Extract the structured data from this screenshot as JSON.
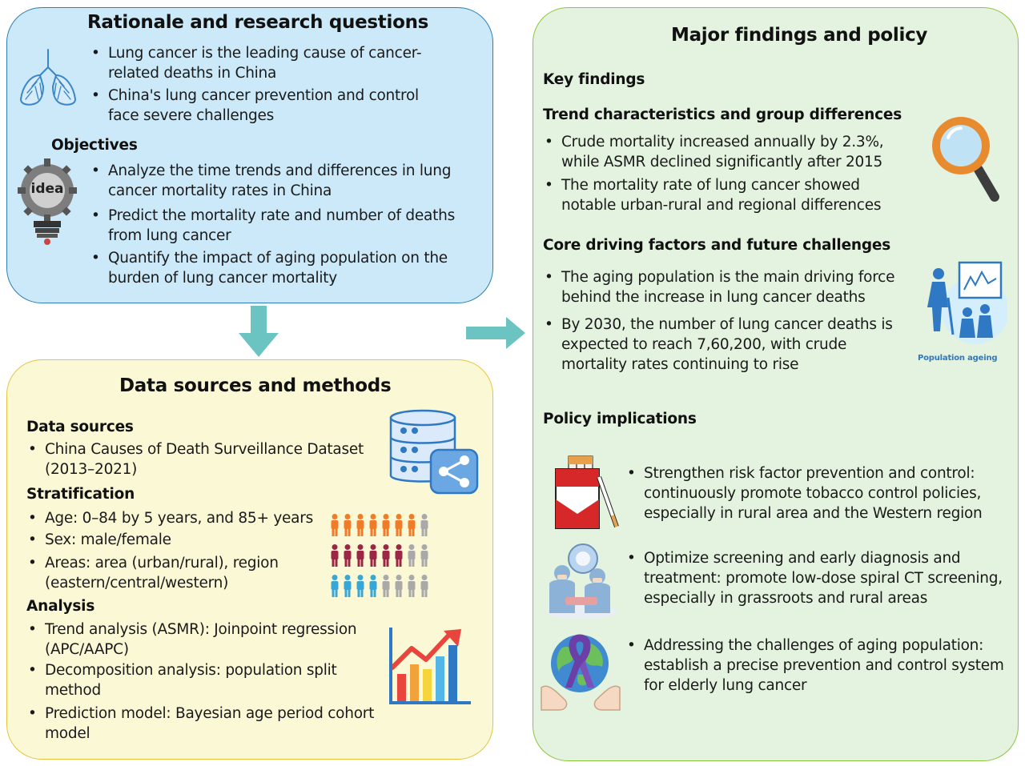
{
  "rationale": {
    "title": "Rationale and research questions",
    "bullets": [
      "Lung cancer is the leading cause of cancer-related deaths in China",
      "China's lung cancer prevention and control face severe challenges"
    ],
    "objectives_heading": "Objectives",
    "objectives": [
      "Analyze the time trends and differences in lung cancer mortality rates in China",
      "Predict the mortality rate and number of deaths from lung cancer",
      "Quantify the impact of aging population on the burden of lung cancer mortality"
    ],
    "idea_text": "idea"
  },
  "methods": {
    "title": "Data sources and methods",
    "data_sources_heading": "Data sources",
    "data_sources": [
      "China Causes of Death Surveillance Dataset (2013–2021)"
    ],
    "stratification_heading": "Stratification",
    "stratification": [
      "Age: 0–84 by 5 years, and 85+ years",
      "Sex: male/female",
      "Areas: area (urban/rural), region (eastern/central/western)"
    ],
    "analysis_heading": "Analysis",
    "analysis": [
      "Trend analysis (ASMR): Joinpoint regression (APC/AAPC)",
      "Decomposition analysis: population split method",
      "Prediction model: Bayesian age period cohort model"
    ]
  },
  "findings": {
    "title": "Major findings and policy",
    "key_findings_heading": "Key findings",
    "trend_heading": "Trend characteristics and group differences",
    "trend_bullets": [
      "Crude mortality increased annually by 2.3%, while ASMR declined significantly after 2015",
      "The mortality rate of lung cancer showed notable urban-rural and regional differences"
    ],
    "drivers_heading": "Core driving factors and future challenges",
    "driver_bullets": [
      "The aging population is the main driving force behind the increase in lung cancer deaths",
      "By 2030, the number of lung cancer deaths is expected to reach 7,60,200, with crude mortality rates continuing to rise"
    ],
    "population_ageing_label": "Population ageing",
    "policy_heading": "Policy implications",
    "policy_bullets": [
      "Strengthen risk factor prevention and control: continuously promote tobacco control policies, especially in rural area and the Western region",
      "Optimize screening and early diagnosis and treatment: promote low-dose spiral CT screening, especially in grassroots and rural areas",
      "Addressing the challenges of aging population: establish a precise prevention and control system for elderly lung cancer"
    ]
  },
  "colors": {
    "rationale_fill": "#cbe9f8",
    "rationale_border": "#2c7fb8",
    "methods_fill": "#fbf8d6",
    "methods_border": "#e6c440",
    "findings_fill": "#e3f3df",
    "findings_border": "#8cc63f",
    "arrow": "#6cc4c2"
  },
  "icons": [
    "lungs-icon",
    "idea-gear-icon",
    "database-share-icon",
    "people-grid-icon",
    "bar-trend-chart-icon",
    "magnifier-icon",
    "population-ageing-icon",
    "cigarette-pack-icon",
    "surgeons-icon",
    "globe-ribbon-hands-icon"
  ]
}
